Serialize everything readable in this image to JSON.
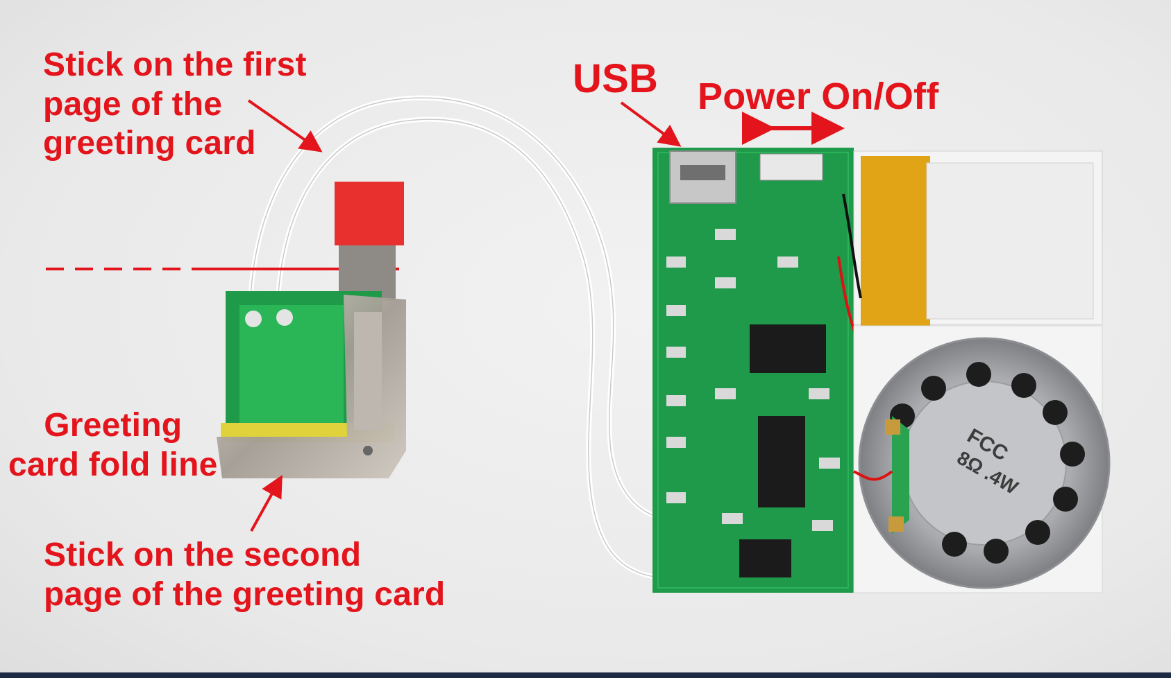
{
  "labels": {
    "first_page": [
      "Stick on the first",
      "page of the",
      "greeting card"
    ],
    "usb": "USB",
    "power": "Power On/Off",
    "fold_line": [
      "Greeting",
      "card fold line"
    ],
    "second_page": [
      "Stick on the second",
      "page of the greeting card"
    ],
    "speaker_marking": [
      "FCC",
      "8Ω .4W"
    ]
  },
  "colors": {
    "annotation_red": "#e3141b",
    "pcb_green": "#1f9a4a",
    "battery_gold": "#e0a416",
    "background": "#ececec"
  }
}
